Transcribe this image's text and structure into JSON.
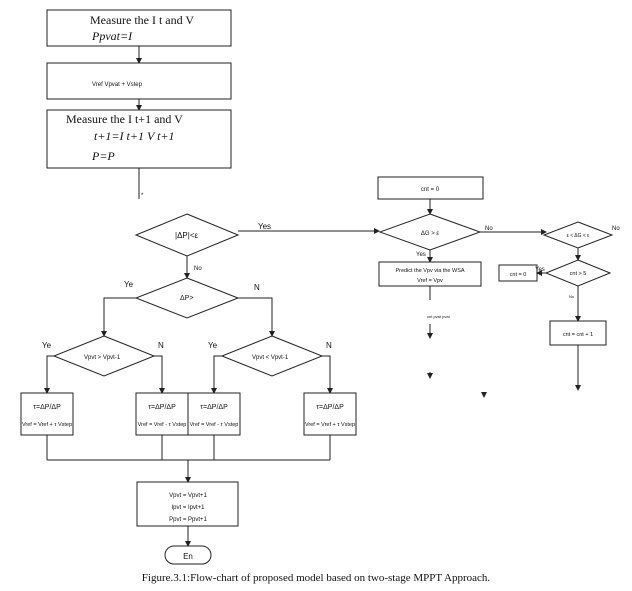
{
  "box1": {
    "line1": "Measure the I t and V",
    "line2": "Ppvat=I"
  },
  "box2": {
    "line1": "Vref  Vpvat + Vstep"
  },
  "box3": {
    "line1": "Measure the I t+1 and V",
    "line2": "t+1=I t+1 V t+1",
    "line3": "P=P"
  },
  "decision_main": "|ΔP|<ε",
  "yes_main": "Yes",
  "no_main": "No",
  "decision_dp": "ΔP>",
  "ye_dp": "Ye",
  "n_dp": "N",
  "decision_left": "Vpvt > Vpvt-1",
  "decision_right": "Vpvt < Vpvt-1",
  "ye_left": "Ye",
  "n_left": "N",
  "ye_right": "Ye",
  "n_right": "N",
  "update_boxes": [
    {
      "line1": "τ=ΔP/ΔP",
      "line2": "Vref = Vref + τ Vstep"
    },
    {
      "line1": "τ=ΔP/ΔP",
      "line2": "Vref = Vref - τ Vstep"
    },
    {
      "line1": "τ=ΔP/ΔP",
      "line2": "Vref = Vref - τ Vstep"
    },
    {
      "line1": "τ=ΔP/ΔP",
      "line2": "Vref = Vref + τ Vstep"
    }
  ],
  "assign_box": {
    "line1": "Vpvt = Vpvt+1",
    "line2": "Ipvt = Ipvt+1",
    "line3": "Ppvt = Ppvt+1"
  },
  "end_label": "En",
  "right": {
    "cnt_zero": "cnt = 0",
    "decision_g": "ΔG > ε",
    "no_g": "No",
    "yes_g": "Yes",
    "predict_line1": "Predict the Vpv via the WSA",
    "predict_line2": "Vref = Vpv",
    "cnt_zero_2": "cnt = 0",
    "decision_range": "ε < ΔG < ε",
    "no_range": "No",
    "yes_range": "Yes",
    "decision_cnt": "cnt > 5",
    "no_cnt": "No",
    "cnt_inc": "cnt = cnt + 1",
    "small_text": "cnt   pvat   pvat"
  },
  "caption": "Figure.3.1:Flow-chart of proposed model based on two-stage MPPT Approach."
}
